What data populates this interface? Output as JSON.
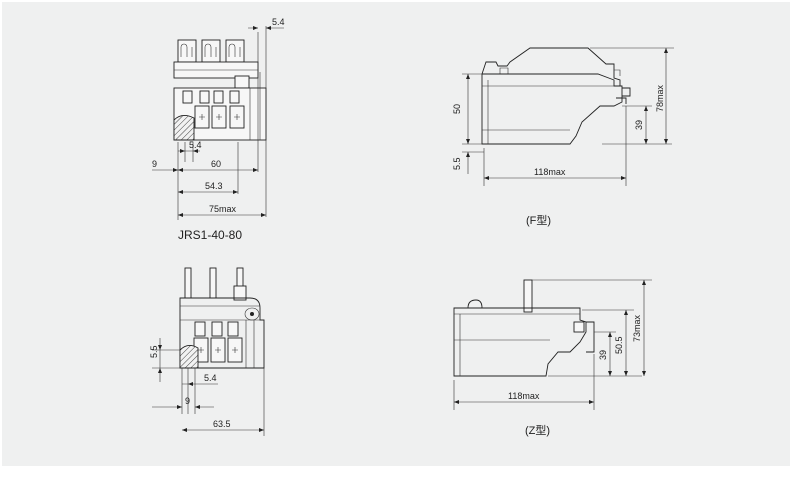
{
  "colors": {
    "background": "#eff0f0",
    "line": "#222222"
  },
  "drawing_top_front": {
    "dims": [
      "5.4",
      "5.4",
      "9",
      "60",
      "54.3",
      "75max"
    ],
    "model": "JRS1-40-80"
  },
  "drawing_top_side": {
    "dims": [
      "50",
      "5.5",
      "118max",
      "39",
      "78max"
    ],
    "caption": "(F型)"
  },
  "drawing_bottom_front": {
    "dims": [
      "5.5",
      "5.4",
      "9",
      "63.5"
    ]
  },
  "drawing_bottom_side": {
    "dims": [
      "118max",
      "39",
      "50.5",
      "73max"
    ],
    "caption": "(Z型)"
  }
}
